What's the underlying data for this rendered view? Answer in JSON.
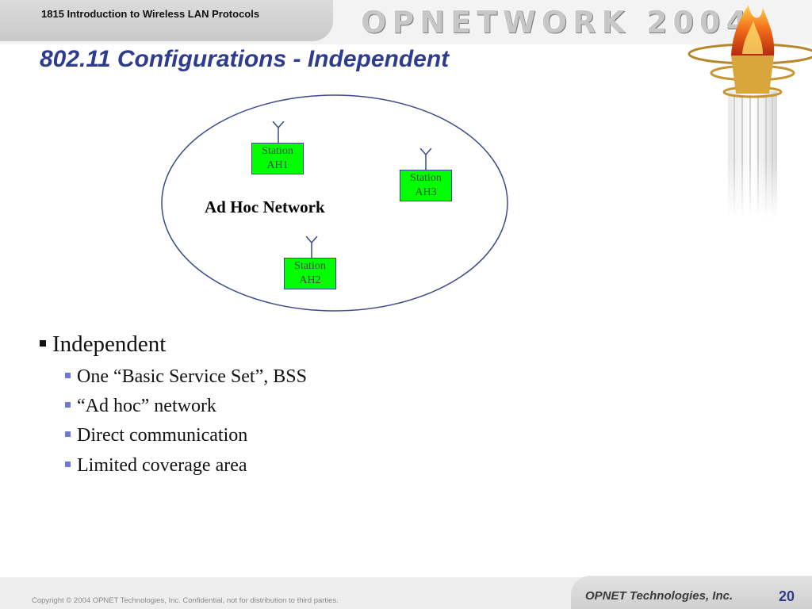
{
  "header": {
    "course_title": "1815 Introduction to Wireless LAN Protocols",
    "brand_logo": "OPNETWORK 2004",
    "logo_icon": "torch-column-icon"
  },
  "slide": {
    "title": "802.11 Configurations - Independent"
  },
  "diagram": {
    "network_label": "Ad Hoc Network",
    "stations": [
      {
        "line1": "Station",
        "line2": "AH1"
      },
      {
        "line1": "Station",
        "line2": "AH3"
      },
      {
        "line1": "Station",
        "line2": "AH2"
      }
    ],
    "station_color": "#00ff00",
    "boundary_color": "#3b4a8c",
    "antenna_icon": "antenna-icon"
  },
  "bullets": {
    "main": "Independent",
    "sub": [
      "One “Basic Service Set”, BSS",
      "“Ad hoc” network",
      "Direct communication",
      "Limited coverage area"
    ]
  },
  "footer": {
    "copyright": "Copyright © 2004 OPNET Technologies, Inc.  Confidential, not for distribution to third parties.",
    "company": "OPNET Technologies, Inc.",
    "page_number": "20"
  },
  "colors": {
    "title": "#2e3c8f",
    "sub_bullet": "#6d79c9"
  }
}
